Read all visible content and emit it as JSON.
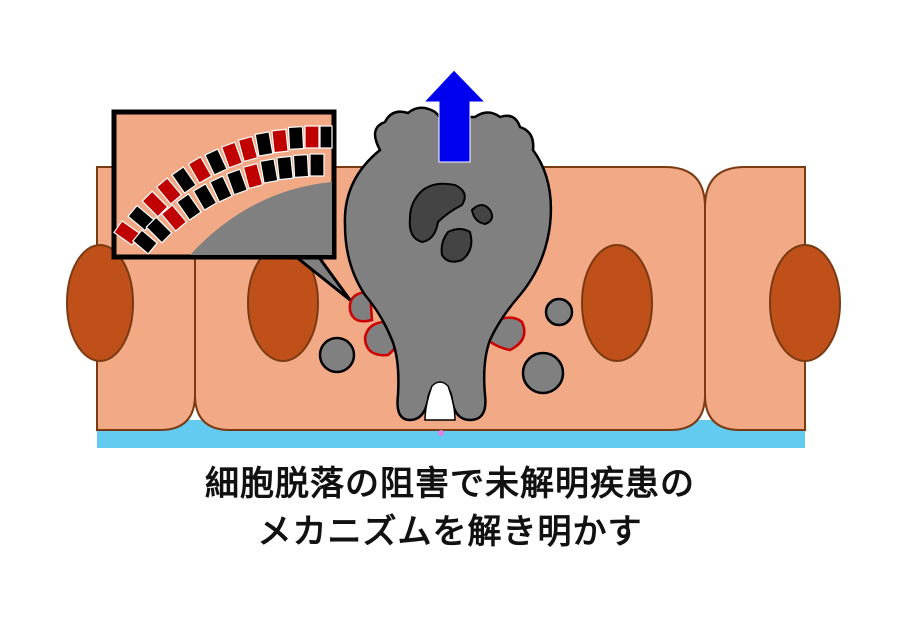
{
  "figure": {
    "type": "illustration",
    "subject": "epithelial cell extrusion (cell shedding)",
    "caption": {
      "line1": "細胞脱落の阻害で未解明疾患の",
      "line2": "メカニズムを解き明かす"
    },
    "colors": {
      "cell_fill": "#F2A986",
      "cell_stroke": "#7A3A12",
      "nucleus_fill": "#C0501A",
      "basement_membrane": "#62CBEF",
      "extruding_cell": "#808080",
      "extruding_nucleus": "#444444",
      "arrow": "#0000F0",
      "inset_red": "#C00000",
      "inset_black": "#000000",
      "junction_outline": "#CC0000",
      "junction_dot": "#E080E0"
    },
    "elements": {
      "arrow_direction": "up",
      "inset_label": "magnified ring of actomyosin blocks"
    }
  }
}
